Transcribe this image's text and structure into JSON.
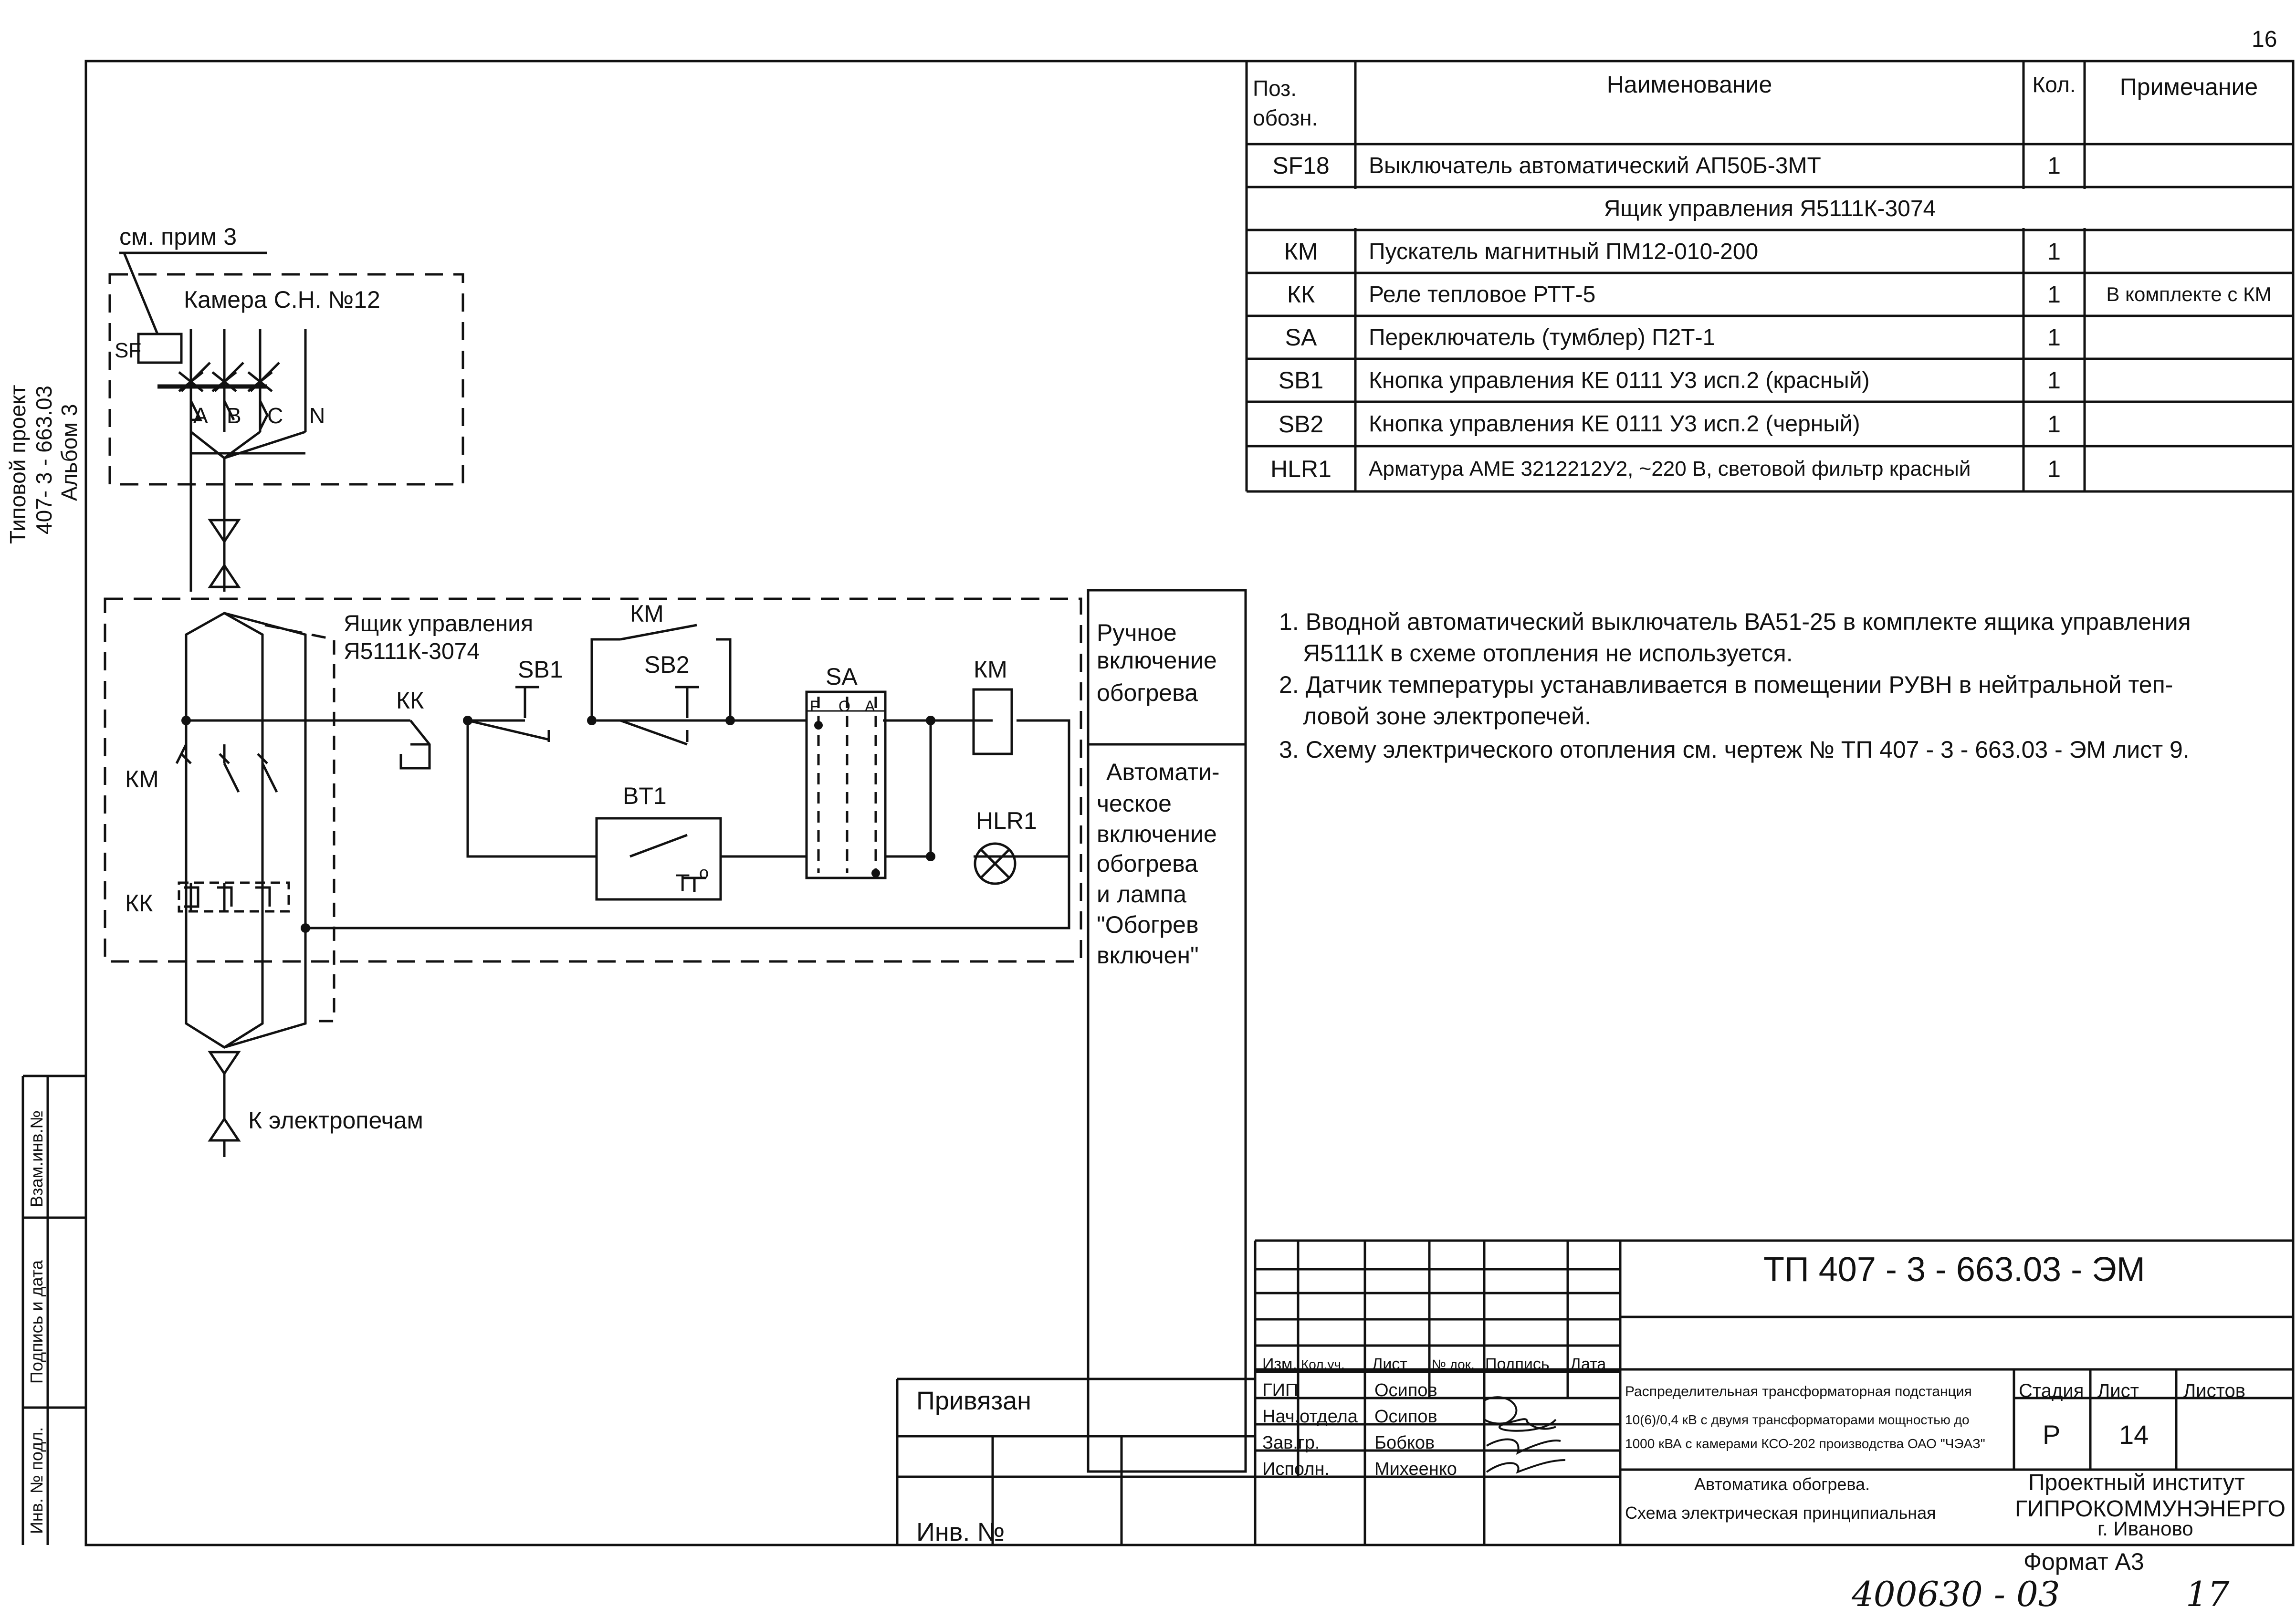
{
  "sheet_number": "16",
  "side_stamp": {
    "line1": "Типовой проект",
    "line2": "407- 3 - 663.03",
    "line3": "Альбом 3"
  },
  "left_margin": {
    "vzam": "Взам.инв.№",
    "podpis": "Подпись и дата",
    "inv_podl": "Инв. № подл."
  },
  "spec_table": {
    "headers": {
      "pos": "Поз. обозн.",
      "name": "Наименование",
      "qty": "Кол.",
      "note": "Примечание"
    },
    "rows": [
      {
        "pos": "SF18",
        "name": "Выключатель автоматический  АП50Б-3МТ",
        "qty": "1",
        "note": ""
      },
      {
        "section": "Ящик управления Я5111К-3074"
      },
      {
        "pos": "КМ",
        "name": "Пускатель магнитный ПМ12-010-200",
        "qty": "1",
        "note": ""
      },
      {
        "pos": "КК",
        "name": "Реле тепловое РТТ-5",
        "qty": "1",
        "note": "В комплекте с КМ"
      },
      {
        "pos": "SA",
        "name": "Переключатель (тумблер) П2Т-1",
        "qty": "1",
        "note": ""
      },
      {
        "pos": "SB1",
        "name": "Кнопка управления КЕ 0111 У3 исп.2 (красный)",
        "qty": "1",
        "note": ""
      },
      {
        "pos": "SB2",
        "name": "Кнопка управления КЕ 0111 У3 исп.2 (черный)",
        "qty": "1",
        "note": ""
      },
      {
        "pos": "HLR1",
        "name": "Арматура АМЕ 3212212У2, ~220 В, световой фильтр красный",
        "qty": "1",
        "note": ""
      }
    ]
  },
  "notes": [
    "1. Вводной автоматический выключатель ВА51-25 в комплекте ящика управления",
    "Я5111К в схеме отопления не используется.",
    "2. Датчик температуры устанавливается в помещении РУВН в нейтральной теп-",
    "ловой зоне электропечей.",
    "3. Схему электрического отопления см. чертеж № ТП 407 - 3 - 663.03 - ЭМ лист 9."
  ],
  "diagram": {
    "see_note": "см. прим 3",
    "chamber": "Камера С.Н. №12",
    "sf": "SF",
    "phase_a": "A",
    "phase_b": "B",
    "phase_c": "C",
    "phase_n": "N",
    "box_title_1": "Ящик управления",
    "box_title_2": "Я5111К-3074",
    "km_main": "КМ",
    "kk_main": "КК",
    "kk_contact": "КК",
    "sb1": "SB1",
    "sb2": "SB2",
    "km_aux": "КМ",
    "sa": "SA",
    "sa_p": "P",
    "sa_o": "O",
    "sa_a": "A",
    "km_coil": "КМ",
    "bt1": "BT1",
    "bt1_t": "T",
    "bt1_deg": "o",
    "hlr1": "HLR1",
    "to_furnaces": "К  электропечам",
    "manual_1": "Ручное",
    "manual_2": "включение",
    "manual_3": "обогрева",
    "auto_1": "Автомати-",
    "auto_2": "ческое",
    "auto_3": "включение",
    "auto_4": "обогрева",
    "auto_5": "и  лампа",
    "auto_6": "\"Обогрев",
    "auto_7": "включен\""
  },
  "title_block": {
    "code": "ТП  407 - 3 - 663.03 - ЭМ",
    "privyazan": "Привязан",
    "inv_no": "Инв. №",
    "col_izm": "Изм.",
    "col_kol": "Кол.уч.",
    "col_list": "Лист",
    "col_ndok": "№ док.",
    "col_podpis": "Подпись",
    "col_data": "Дата",
    "roles": [
      {
        "role": "ГИП",
        "name": "Осипов"
      },
      {
        "role": "Нач.отдела",
        "name": "Осипов"
      },
      {
        "role": "Зав.гр.",
        "name": "Бобков"
      },
      {
        "role": "Исполн.",
        "name": "Михеенко"
      }
    ],
    "project_desc_1": "Распределительная трансформаторная подстанция",
    "project_desc_2": "10(6)/0,4 кВ с двумя трансформаторами мощностью до",
    "project_desc_3": "1000 кВА с камерами КСО-202 производства ОАО \"ЧЭАЗ\"",
    "sheet_title_1": "Автоматика обогрева.",
    "sheet_title_2": "Схема электрическая принципиальная",
    "stage_label": "Стадия",
    "list_label": "Лист",
    "listov_label": "Листов",
    "stage": "Р",
    "list": "14",
    "listov": "",
    "org_1": "Проектный институт",
    "org_2": "ГИПРОКОММУНЭНЕРГО",
    "org_3": "г. Иваново",
    "format": "Формат А3"
  },
  "handwritten": {
    "archive_no": "400630 - 03",
    "page": "17"
  }
}
